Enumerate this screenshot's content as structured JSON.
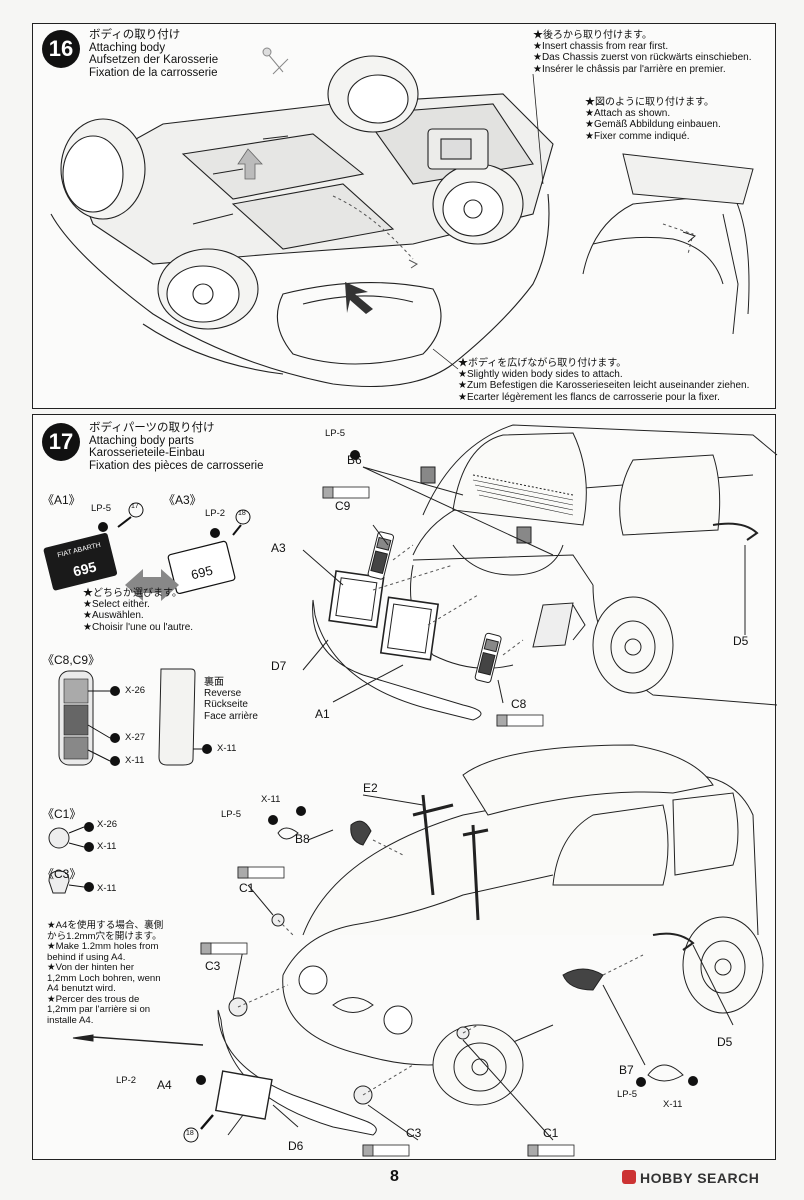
{
  "step16": {
    "number": "16",
    "title": [
      "ボディの取り付け",
      "Attaching body",
      "Aufsetzen der Karosserie",
      "Fixation de la carrosserie"
    ],
    "note_rear": [
      "★後ろから取り付けます。",
      "★Insert chassis from rear first.",
      "★Das Chassis zuerst von rückwärts einschieben.",
      "★Insérer le châssis par l'arrière en premier."
    ],
    "note_attach": [
      "★図のように取り付けます。",
      "★Attach as shown.",
      "★Gemäß Abbildung einbauen.",
      "★Fixer comme indiqué."
    ],
    "note_widen": [
      "★ボディを広げながら取り付けます。",
      "★Slightly widen body sides to attach.",
      "★Zum Befestigen die Karosserieseiten leicht auseinander ziehen.",
      "★Ecarter légèrement les flancs de carrosserie pour la fixer."
    ]
  },
  "step17": {
    "number": "17",
    "title": [
      "ボディパーツの取り付け",
      "Attaching body parts",
      "Karosserieteile-Einbau",
      "Fixation des pièces de carrosserie"
    ],
    "select_note": [
      "★どちらか選びます。",
      "★Select either.",
      "★Auswählen.",
      "★Choisir l'une ou l'autre."
    ],
    "a4_note": [
      "★A4を使用する場合、裏側",
      "から1.2mm穴を開けます。",
      "★Make 1.2mm holes from",
      "behind if using A4.",
      "★Von der hinten her",
      "1,2mm Loch bohren, wenn",
      "A4 benutzt wird.",
      "★Percer des trous de",
      "1,2mm par l'arrière si on",
      "installe A4."
    ],
    "reverse_note": [
      "裏面",
      "Reverse",
      "Rückseite",
      "Face arrière"
    ],
    "group_a1": "《A1》",
    "group_a3": "《A3》",
    "group_c8c9": "《C8,C9》",
    "group_c1": "《C1》",
    "group_c3": "《C3》",
    "plate_a1_text": [
      "FIAT ABARTH",
      "695"
    ],
    "plate_a3_text": "695",
    "callouts": {
      "lp5": "LP-5",
      "lp2": "LP-2",
      "x26": "X-26",
      "x27": "X-27",
      "x11": "X-11",
      "n17": "17",
      "n18": "18"
    },
    "parts": {
      "b6": "B6",
      "c9": "C9",
      "a3": "A3",
      "d7": "D7",
      "a1": "A1",
      "c8": "C8",
      "d5": "D5",
      "e2": "E2",
      "b8": "B8",
      "c1": "C1",
      "c3": "C3",
      "a4": "A4",
      "d6": "D6",
      "b7": "B7"
    }
  },
  "footer": {
    "page": "8",
    "watermark": "HOBBY SEARCH"
  }
}
